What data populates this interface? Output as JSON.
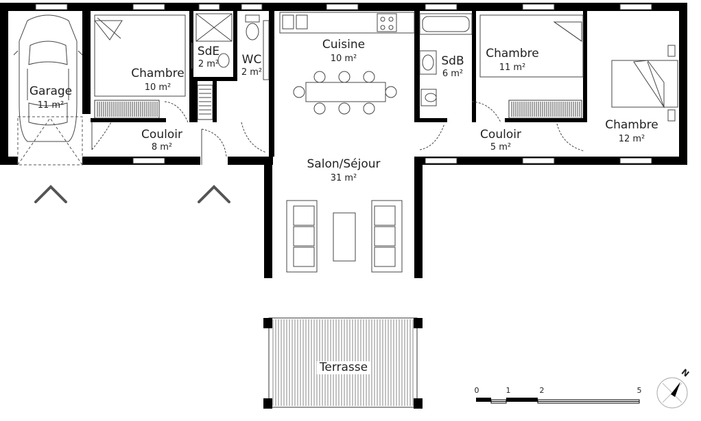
{
  "rooms": {
    "garage": {
      "name": "Garage",
      "area": "11 m²"
    },
    "chambre_1": {
      "name": "Chambre",
      "area": "10 m²"
    },
    "sde": {
      "name": "SdE",
      "area": "2 m²"
    },
    "wc": {
      "name": "WC",
      "area": "2 m²"
    },
    "couloir_1": {
      "name": "Couloir",
      "area": "8 m²"
    },
    "cuisine": {
      "name": "Cuisine",
      "area": "10 m²"
    },
    "salon": {
      "name": "Salon/Séjour",
      "area": "31 m²"
    },
    "sdb": {
      "name": "SdB",
      "area": "6 m²"
    },
    "chambre_2": {
      "name": "Chambre",
      "area": "11 m²"
    },
    "couloir_2": {
      "name": "Couloir",
      "area": "5 m²"
    },
    "chambre_3": {
      "name": "Chambre",
      "area": "12 m²"
    },
    "terrasse": {
      "name": "Terrasse"
    }
  },
  "scale_bar": {
    "ticks": [
      "0",
      "1",
      "2",
      "5"
    ]
  },
  "compass": {
    "north": "N"
  },
  "colors": {
    "wall": "#000000",
    "line": "#333333",
    "fixture": "#555555"
  }
}
